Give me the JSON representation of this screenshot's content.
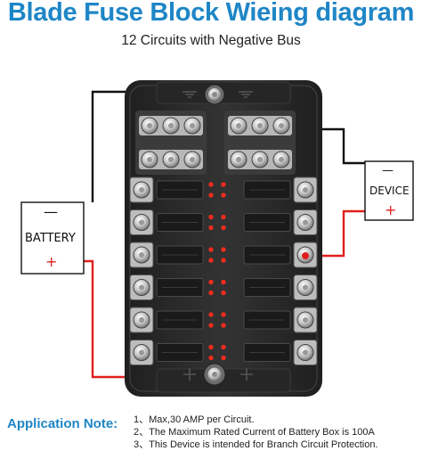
{
  "header": {
    "title": "Blade Fuse Block Wieing diagram",
    "subtitle": "12 Circuits with Negative Bus"
  },
  "battery": {
    "label": "BATTERY",
    "negative_sign": "—",
    "positive_sign": "+"
  },
  "device": {
    "label": "DEVICE",
    "negative_sign": "—",
    "positive_sign": "+"
  },
  "application_note": {
    "label": "Application Note:",
    "lines": [
      "1、Max,30 AMP per Circuit.",
      "2、The Maximum Rated Current of Battery Box is 100A",
      "3、This Device is intended for Branch Circuit Protection."
    ]
  },
  "colors": {
    "title_blue": "#1e86c6",
    "wire_negative": "#111111",
    "wire_positive": "#e0201c",
    "block_body": "#2b2b2b",
    "led_red": "#ff2a1a"
  },
  "icons": {
    "ground_stud": "ground-stud-icon",
    "positive_stud": "positive-stud-icon",
    "screw_terminal": "screw-terminal-icon",
    "led_indicator": "led-indicator-icon"
  }
}
